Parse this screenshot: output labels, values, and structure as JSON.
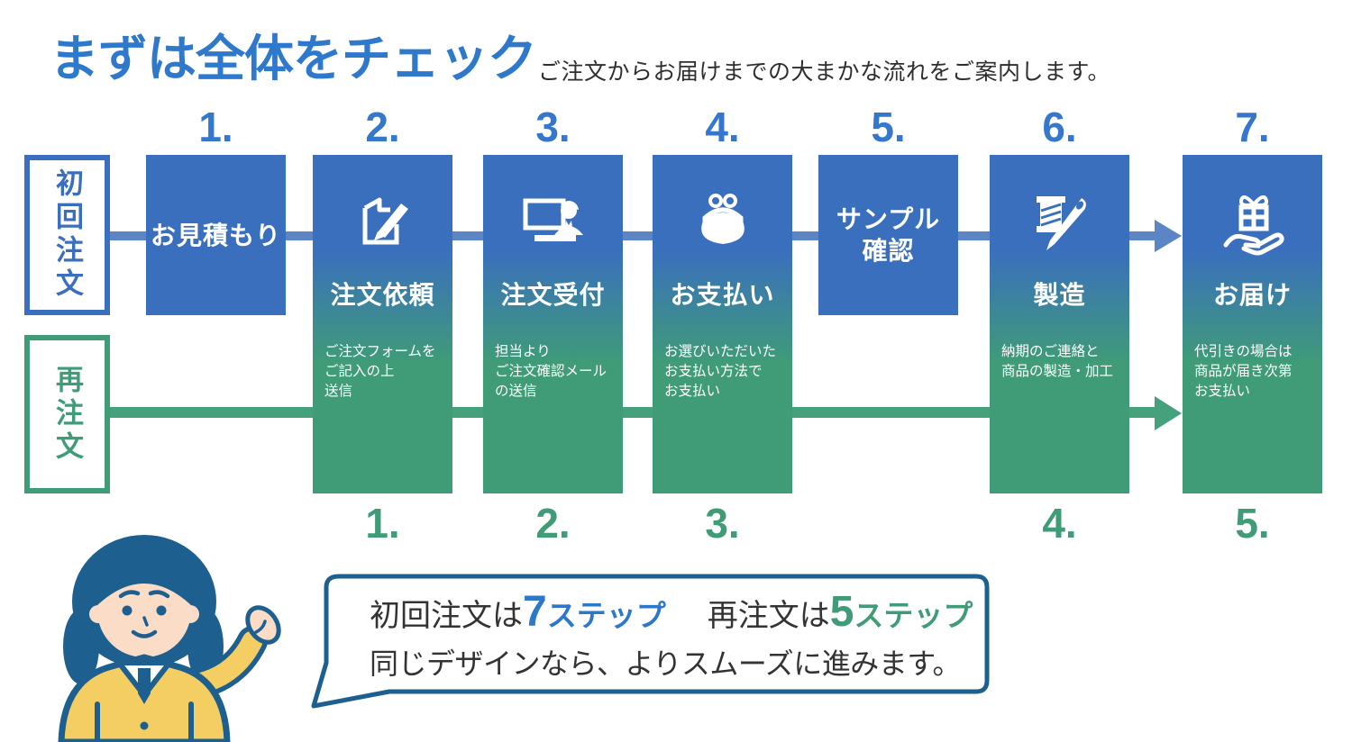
{
  "header": {
    "title": "まずは全体をチェック",
    "subtitle": "ご注文からお届けまでの大まかな流れをご案内します。"
  },
  "lanes": {
    "first_order": "初回注文",
    "reorder": "再注文"
  },
  "steps": [
    {
      "top_num": "1.",
      "bottom_num": "",
      "title": "お見積もり",
      "desc": "",
      "icon": ""
    },
    {
      "top_num": "2.",
      "bottom_num": "1.",
      "title": "注文依頼",
      "desc": "ご注文フォームを\nご記入の上\n送信",
      "icon": "edit-document-icon"
    },
    {
      "top_num": "3.",
      "bottom_num": "2.",
      "title": "注文受付",
      "desc": "担当より\nご注文確認メール\nの送信",
      "icon": "operator-laptop-icon"
    },
    {
      "top_num": "4.",
      "bottom_num": "3.",
      "title": "お支払い",
      "desc": "お選びいただいた\nお支払い方法で\nお支払い",
      "icon": "purse-icon"
    },
    {
      "top_num": "5.",
      "bottom_num": "",
      "title": "サンプル\n確認",
      "desc": "",
      "icon": ""
    },
    {
      "top_num": "6.",
      "bottom_num": "4.",
      "title": "製造",
      "desc": "納期のご連絡と\n商品の製造・加工",
      "icon": "sewing-icon"
    },
    {
      "top_num": "7.",
      "bottom_num": "5.",
      "title": "お届け",
      "desc": "代引きの場合は\n商品が届き次第\nお支払い",
      "icon": "gift-hand-icon"
    }
  ],
  "bubble": {
    "line1_prefix": "初回注文は",
    "line1_num": "7",
    "line1_unit": "ステップ",
    "line1_prefix2": "再注文は",
    "line1_num2": "5",
    "line1_unit2": "ステップ",
    "line2": "同じデザインなら、よりスムーズに進みます。"
  },
  "colors": {
    "box_blue": "#3a6fbe",
    "box_green": "#3f9c77",
    "connector_blue": "#5b85c5",
    "connector_green": "#45a07c",
    "accent_blue": "#2e78cc",
    "accent_green": "#3f9c77",
    "outline_navy": "#1d5f8e"
  }
}
